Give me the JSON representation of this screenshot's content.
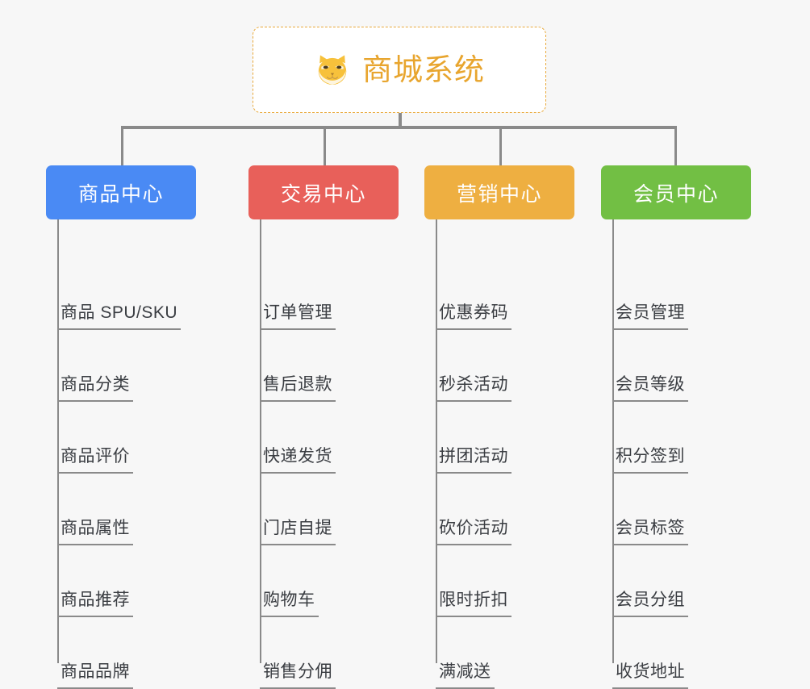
{
  "diagram": {
    "background_color": "#f7f7f7",
    "connector_color": "#8a8a8a",
    "root": {
      "title": "商城系统",
      "icon": "shiba-inu-dog-face-icon",
      "text_color": "#e8a52e",
      "border_color": "#e9a93a",
      "background_color": "#ffffff"
    },
    "columns": [
      {
        "label": "商品中心",
        "color": "#4a8af4",
        "items": [
          "商品 SPU/SKU",
          "商品分类",
          "商品评价",
          "商品属性",
          "商品推荐",
          "商品品牌"
        ]
      },
      {
        "label": "交易中心",
        "color": "#e8605a",
        "items": [
          "订单管理",
          "售后退款",
          "快递发货",
          "门店自提",
          "购物车",
          "销售分佣"
        ]
      },
      {
        "label": "营销中心",
        "color": "#eeaf41",
        "items": [
          "优惠券码",
          "秒杀活动",
          "拼团活动",
          "砍价活动",
          "限时折扣",
          "满减送"
        ]
      },
      {
        "label": "会员中心",
        "color": "#72bf44",
        "items": [
          "会员管理",
          "会员等级",
          "积分签到",
          "会员标签",
          "会员分组",
          "收货地址"
        ]
      }
    ]
  }
}
